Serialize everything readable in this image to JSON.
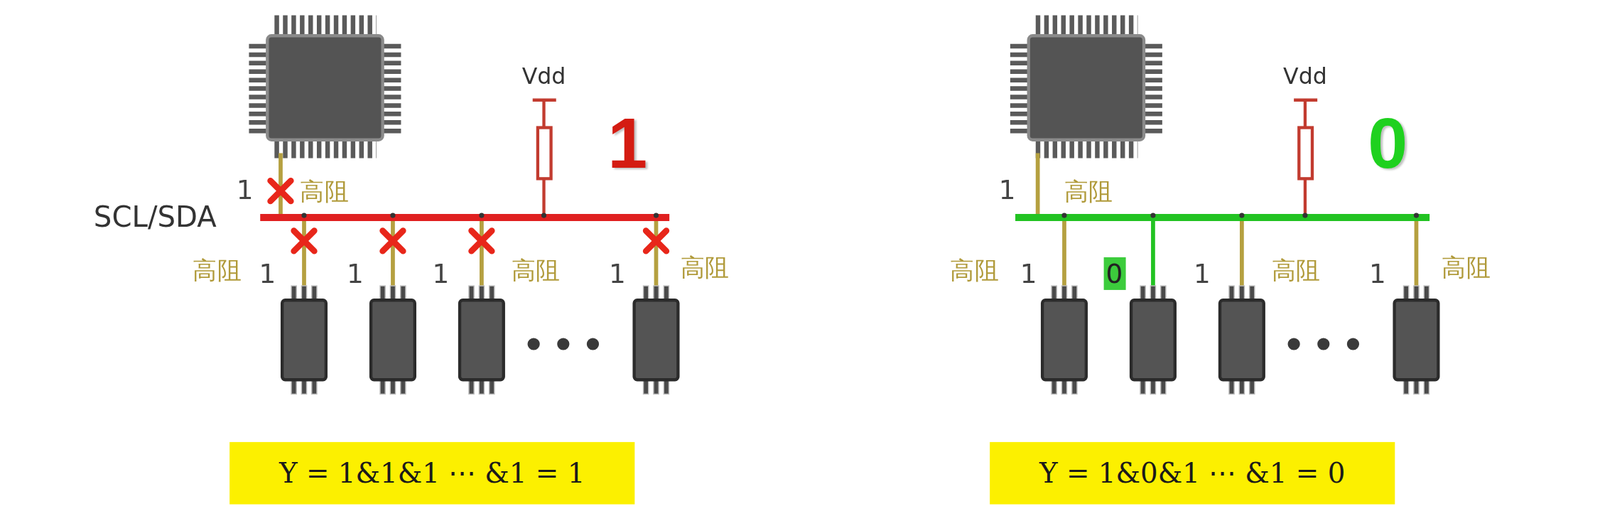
{
  "diagram": {
    "nodes": [
      {
        "text": [
          "Y = 1&1&1 ⋯ &1 = 1"
        ]
      },
      {
        "text": [
          "Y = 1&0&1 ⋯ &1 = 0"
        ]
      }
    ],
    "labels": [
      "SCL/SDA",
      "Vdd",
      "1",
      "1",
      "高阻",
      "高阻",
      "1",
      "1",
      "1",
      "高阻",
      "1",
      "高阻",
      "Vdd",
      "0",
      "1",
      "高阻",
      "高阻",
      "1",
      "0",
      "1",
      "高阻",
      "1",
      "高阻"
    ]
  }
}
